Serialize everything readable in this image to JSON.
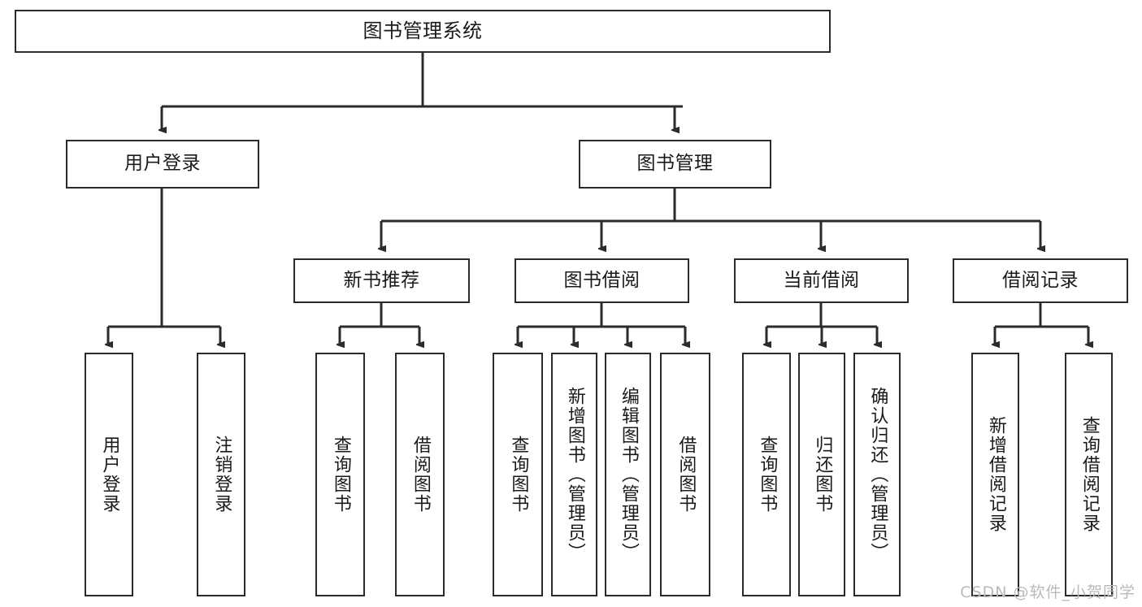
{
  "diagram": {
    "type": "tree-hierarchy",
    "title": "图书管理系统",
    "watermark": "CSDN @软件_小贺同学",
    "colors": {
      "border": "#2b2b2b",
      "background": "#ffffff",
      "text": "#1a1a1a",
      "watermark": "#b9b9b9"
    },
    "levels": {
      "root": {
        "label": "图书管理系统"
      },
      "level1": [
        {
          "label": "用户登录"
        },
        {
          "label": "图书管理"
        }
      ],
      "level2": [
        {
          "label": "新书推荐"
        },
        {
          "label": "图书借阅"
        },
        {
          "label": "当前借阅"
        },
        {
          "label": "借阅记录"
        }
      ],
      "leaves": [
        {
          "label": "用户登录",
          "parent": "用户登录"
        },
        {
          "label": "注销登录",
          "parent": "用户登录"
        },
        {
          "label": "查询图书",
          "parent": "新书推荐"
        },
        {
          "label": "借阅图书",
          "parent": "新书推荐"
        },
        {
          "label": "查询图书",
          "parent": "图书借阅"
        },
        {
          "label": "新增图书（管理员）",
          "parent": "图书借阅"
        },
        {
          "label": "编辑图书（管理员）",
          "parent": "图书借阅"
        },
        {
          "label": "借阅图书",
          "parent": "图书借阅"
        },
        {
          "label": "查询图书",
          "parent": "当前借阅"
        },
        {
          "label": "归还图书",
          "parent": "当前借阅"
        },
        {
          "label": "确认归还（管理员）",
          "parent": "当前借阅"
        },
        {
          "label": "新增借阅记录",
          "parent": "借阅记录"
        },
        {
          "label": "查询借阅记录",
          "parent": "借阅记录"
        }
      ]
    }
  }
}
